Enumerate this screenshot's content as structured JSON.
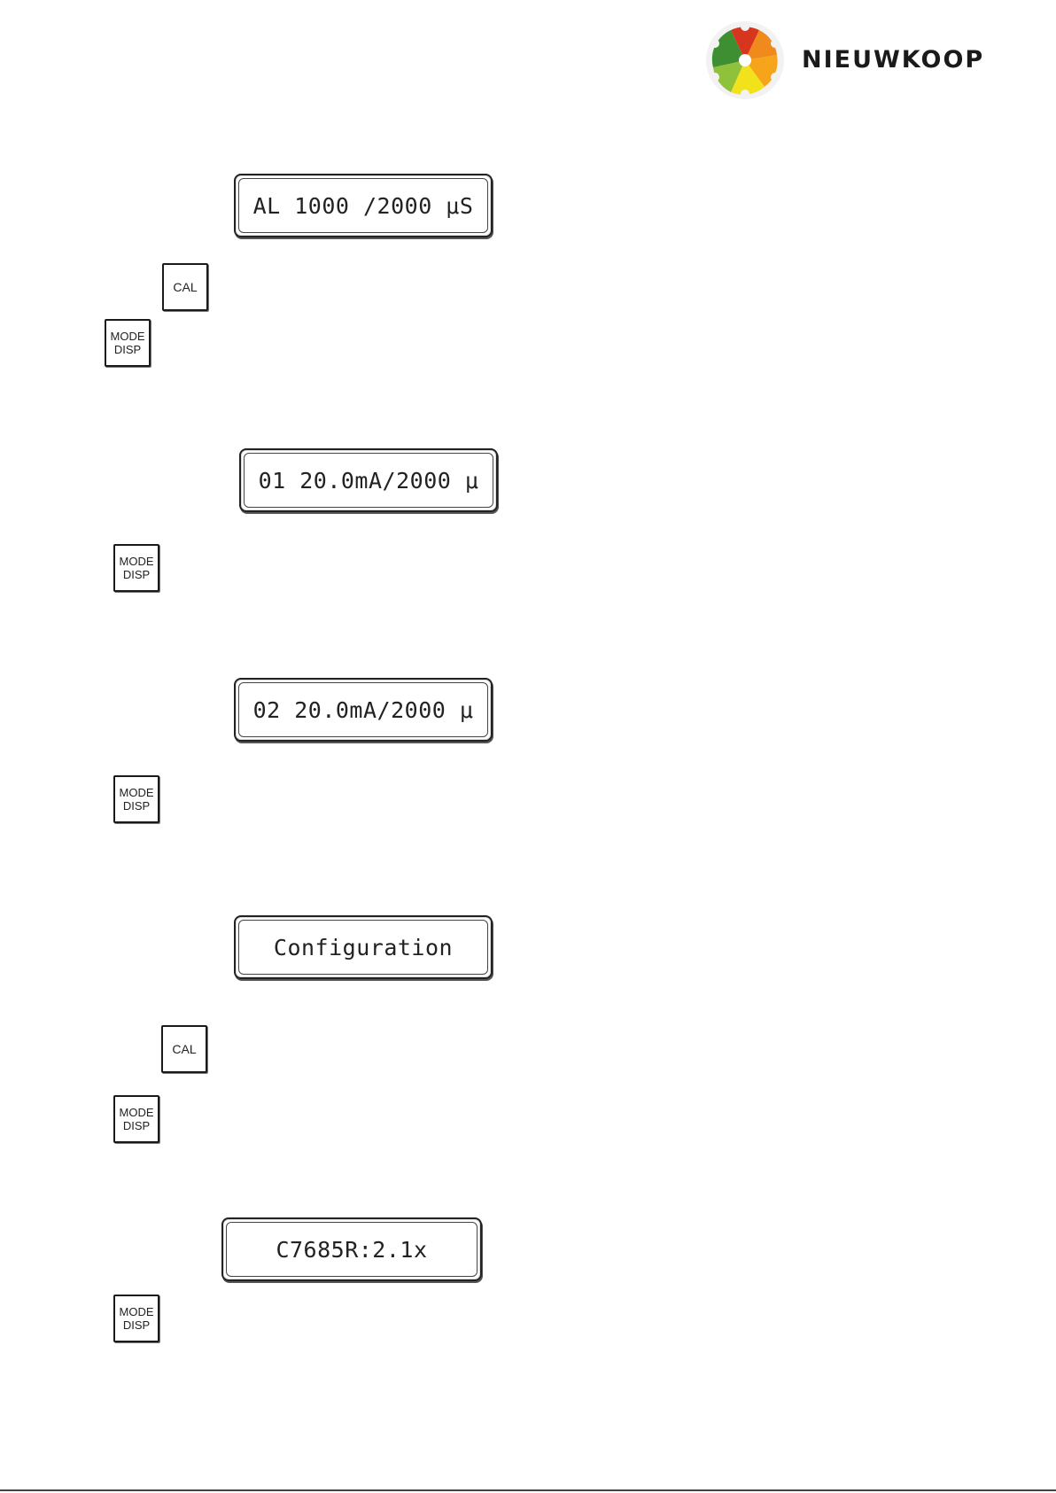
{
  "logo": {
    "brand": "NIEUWKOOP",
    "icon": "flower-gear-icon",
    "colors": [
      "#d8351f",
      "#f08a1c",
      "#f6c21a",
      "#f2e21c",
      "#8fc23a",
      "#3e8f32"
    ]
  },
  "displays": [
    {
      "text": "AL 1000 /2000 μS"
    },
    {
      "text": "01 20.0mA/2000 μ"
    },
    {
      "text": "02 20.0mA/2000 μ"
    },
    {
      "text": "Configuration"
    },
    {
      "text": "C7685R:2.1x"
    }
  ],
  "keys": {
    "cal": "CAL",
    "mode_line1": "MODE",
    "mode_line2": "DISP"
  }
}
